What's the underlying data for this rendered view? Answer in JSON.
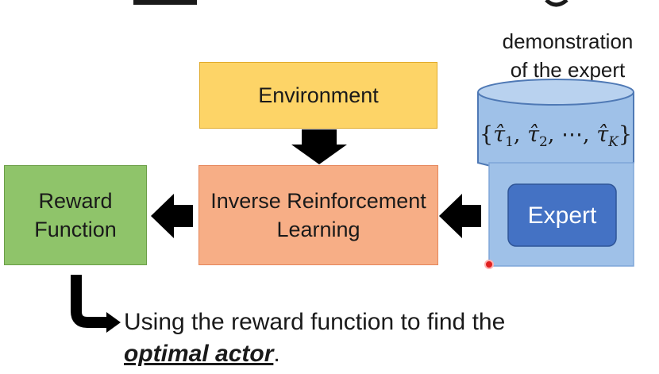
{
  "diagram": {
    "demonstration_label_line1": "demonstration",
    "demonstration_label_line2": "of the expert",
    "trajectories": "{τ̂₁, τ̂₂, ⋯, τ̂_K}",
    "environment": "Environment",
    "irl_line1": "Inverse Reinforcement",
    "irl_line2": "Learning",
    "reward_line1": "Reward",
    "reward_line2": "Function",
    "expert": "Expert",
    "caption_prefix": "Using the reward function to find the",
    "caption_emphasis": "optimal actor",
    "caption_suffix": "."
  },
  "colors": {
    "environment": "#fdd467",
    "irl": "#f7ae86",
    "reward": "#8fc46a",
    "database": "#9fc1e8",
    "expert": "#4472c4",
    "arrows": "#000000"
  }
}
